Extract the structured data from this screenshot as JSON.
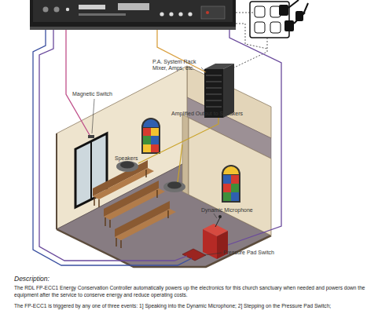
{
  "diagram": {
    "labels": [
      "P.A. System Rack Mixer, Amps, etc.",
      "Amplified Output to Speakers",
      "Magnetic Switch",
      "Speakers",
      "Dynamic Microphone",
      "Pressure Pad Switch",
      "Description:",
      "The RDL FP-ECC1 Energy Conservation Controller automatically powers up the electronics for this church sanctuary when needed and powers down the equipment after the service to conserve energy and reduce operating costs.",
      "The FP-ECC1 is triggered by any one of three events: 1] Speaking into the Dynamic Microphone; 2] Stepping on the Pressure Pad Switch;"
    ]
  }
}
